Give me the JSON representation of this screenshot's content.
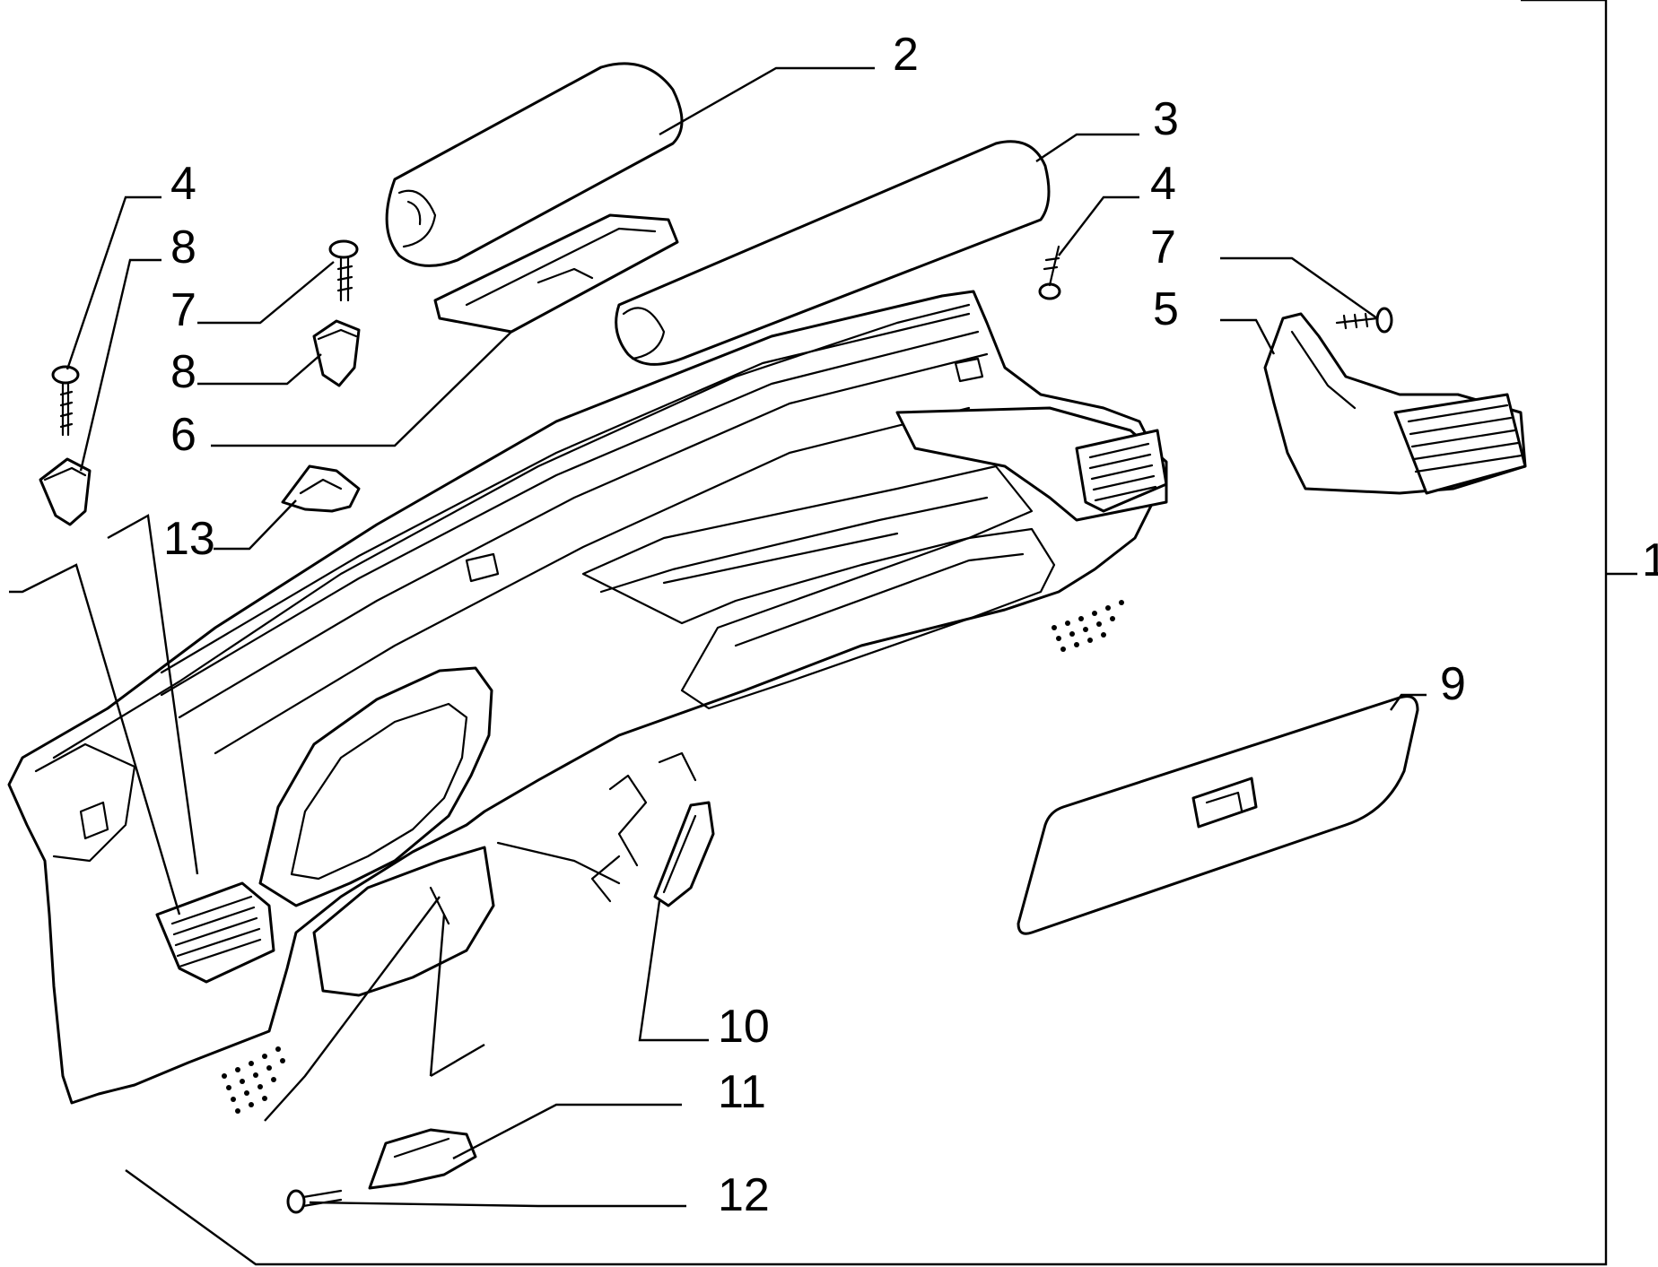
{
  "diagram": {
    "callouts": [
      {
        "id": "c2",
        "label": "2"
      },
      {
        "id": "c3",
        "label": "3"
      },
      {
        "id": "c4a",
        "label": "4"
      },
      {
        "id": "c8a",
        "label": "8"
      },
      {
        "id": "c7a",
        "label": "7"
      },
      {
        "id": "c8b",
        "label": "8"
      },
      {
        "id": "c6",
        "label": "6"
      },
      {
        "id": "c13",
        "label": "13"
      },
      {
        "id": "c4b",
        "label": "4"
      },
      {
        "id": "c7b",
        "label": "7"
      },
      {
        "id": "c5",
        "label": "5"
      },
      {
        "id": "c1",
        "label": "1"
      },
      {
        "id": "c9",
        "label": "9"
      },
      {
        "id": "c10",
        "label": "10"
      },
      {
        "id": "c11",
        "label": "11"
      },
      {
        "id": "c12",
        "label": "12"
      }
    ]
  }
}
